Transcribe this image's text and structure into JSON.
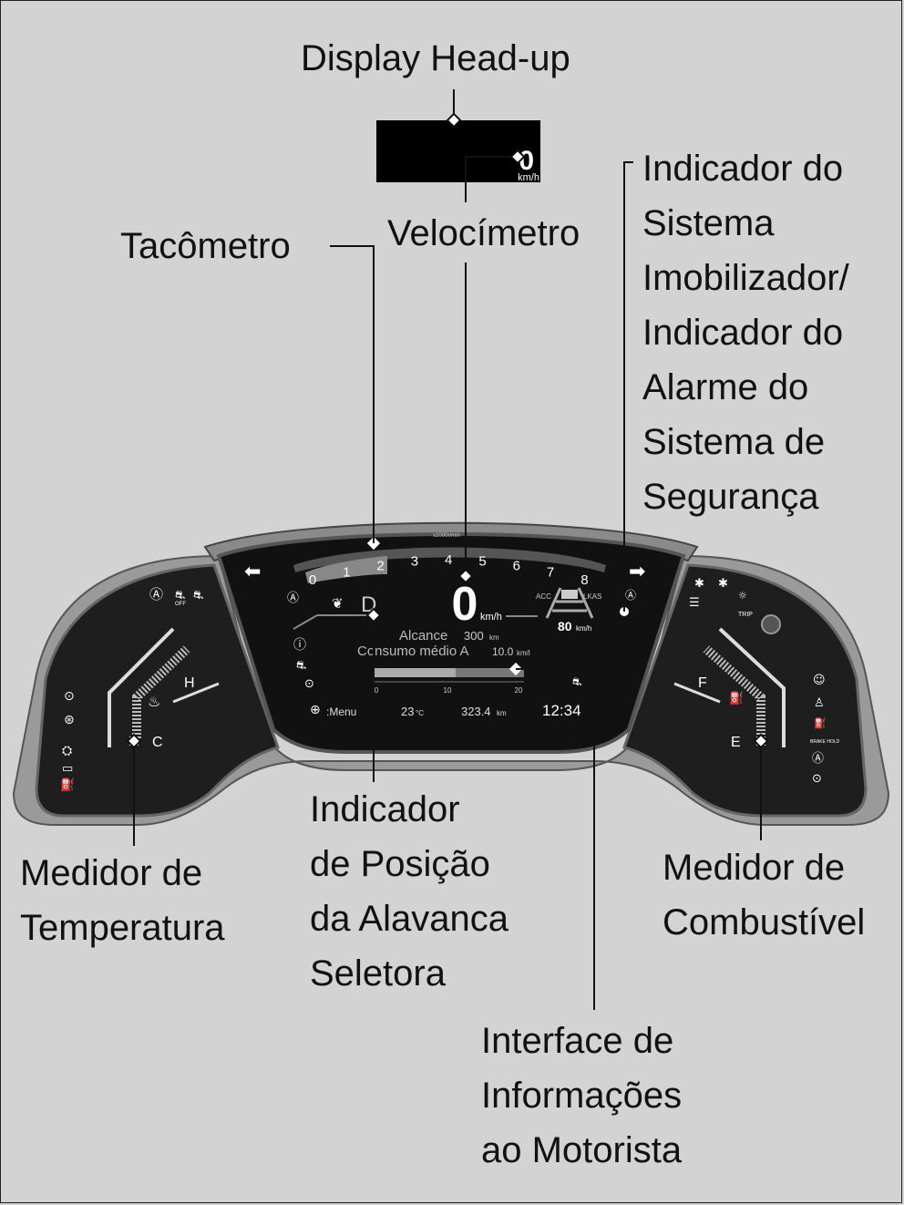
{
  "labels": {
    "head_up": "Display Head-up",
    "tachometer": "Tacômetro",
    "speedometer": "Velocímetro",
    "immobilizer": "Indicador do\nSistema\nImobilizador/\nIndicador do\nAlarme do\nSistema de\nSegurança",
    "temperature": "Medidor de\nTemperatura",
    "gear_position": "Indicador\nde Posição\nda Alavanca\nSeletora",
    "fuel": "Medidor de\nCombustível",
    "driver_info": "Interface de\nInformações\nao Motorista"
  },
  "hud": {
    "speed": "0",
    "unit": "km/h"
  },
  "cluster": {
    "rpm_unit": "x1000r/min",
    "rpm_ticks": [
      "0",
      "1",
      "2",
      "3",
      "4",
      "5",
      "6",
      "7",
      "8"
    ],
    "speed": "0",
    "speed_unit": "km/h",
    "gear": "D",
    "acc": "ACC",
    "lkas": "LKAS",
    "set_speed": "80",
    "set_speed_unit": "km/h",
    "range_label": "Alcance",
    "range_value": "300",
    "range_unit": "km",
    "consumption_label": "Consumo médio A",
    "consumption_value": "10.0",
    "consumption_unit": "km/l",
    "scale_ticks": [
      "0",
      "10",
      "20"
    ],
    "menu_label": ":Menu",
    "outside_temp": "23",
    "outside_temp_unit": "°C",
    "odometer": "323.4",
    "odometer_unit": "km",
    "clock": "12:34",
    "temp_h": "H",
    "temp_c": "C",
    "fuel_f": "F",
    "fuel_e": "E",
    "off_text": "OFF",
    "trip_text": "TRIP",
    "brake_hold_text": "BRAKE HOLD"
  }
}
